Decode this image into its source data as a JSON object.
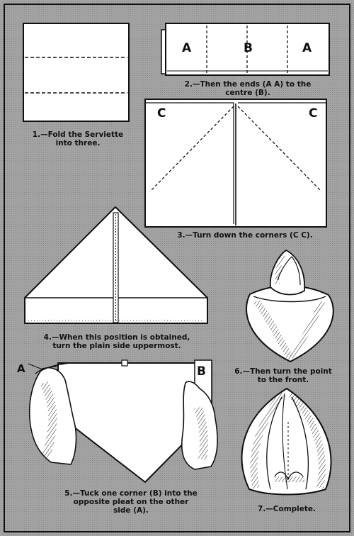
{
  "steps": [
    {
      "number": "1.",
      "lines": [
        "—Fold the Serviette",
        "into three."
      ]
    },
    {
      "number": "2.",
      "lines": [
        "—Then the ends (A A) to the",
        "centre (B)."
      ]
    },
    {
      "number": "3.",
      "lines": [
        "—Turn down the corners (C C)."
      ]
    },
    {
      "number": "4.",
      "lines": [
        "—When this position is obtained,",
        "turn the plain side uppermost."
      ]
    },
    {
      "number": "5.",
      "lines": [
        "—Tuck one corner (B) into the",
        "opposite pleat on the other",
        "side (A)."
      ]
    },
    {
      "number": "6.",
      "lines": [
        "—Then turn the point",
        "to the front."
      ]
    },
    {
      "number": "7.",
      "lines": [
        "—Complete."
      ]
    }
  ],
  "labels": {
    "fig2_left": "A",
    "fig2_centre": "B",
    "fig2_right": "A",
    "fig3_left": "C",
    "fig3_right": "C",
    "fig5_left": "A",
    "fig5_right": "B"
  },
  "colors": {
    "paper": "#ffffff",
    "ink": "#111111",
    "background": "#a3a3a3"
  }
}
